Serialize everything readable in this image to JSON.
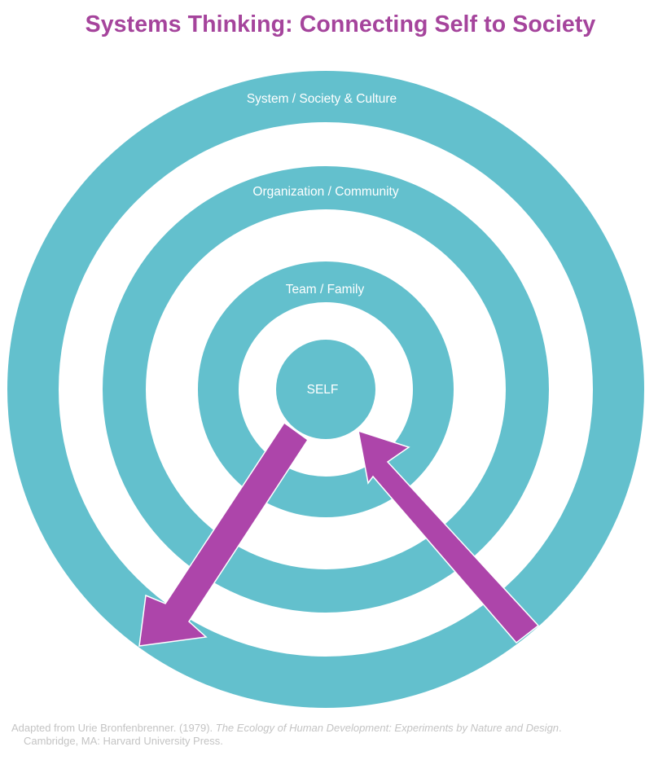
{
  "title": "Systems Thinking: Connecting Self to Society",
  "colors": {
    "ring": "#63c0cd",
    "arrow": "#ad45aa",
    "arrow_stroke": "#ffffff",
    "title": "#a5449c",
    "citation": "#c4c4c4",
    "label": "#ffffff"
  },
  "rings": [
    {
      "label": "System / Society & Culture"
    },
    {
      "label": "Organization / Community"
    },
    {
      "label": "Team / Family"
    },
    {
      "label": "SELF"
    }
  ],
  "arrows": [
    {
      "direction": "outward"
    },
    {
      "direction": "inward"
    }
  ],
  "citation": {
    "prefix": "Adapted from Urie Bronfenbrenner. (1979). ",
    "book_title": "The Ecology of Human Development: Experiments by Nature and Design",
    "suffix": ".",
    "line2": "Cambridge, MA: Harvard University Press."
  }
}
